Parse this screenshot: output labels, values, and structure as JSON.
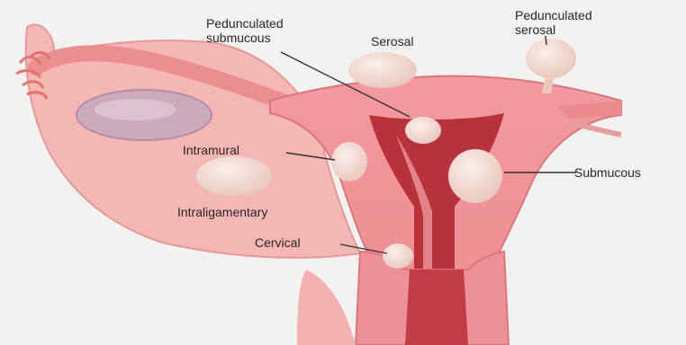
{
  "labels": {
    "pedunculated_submucous": [
      "Pedunculated",
      "submucous"
    ],
    "serosal": "Serosal",
    "pedunculated_serosal": [
      "Pedunculated",
      "serosal"
    ],
    "intramural": "Intramural",
    "submucous": "Submucous",
    "intraligamentary": "Intraligamentary",
    "cervical": "Cervical"
  },
  "colors": {
    "background": "#f3f2f0",
    "tissue": "#f0a6a6",
    "tissue_dark": "#e07c80",
    "cavity": "#b8323c",
    "fibroid": "#f4dcd4",
    "ovary": "#c9a6b8",
    "leader_line": "#3a2f2f"
  }
}
